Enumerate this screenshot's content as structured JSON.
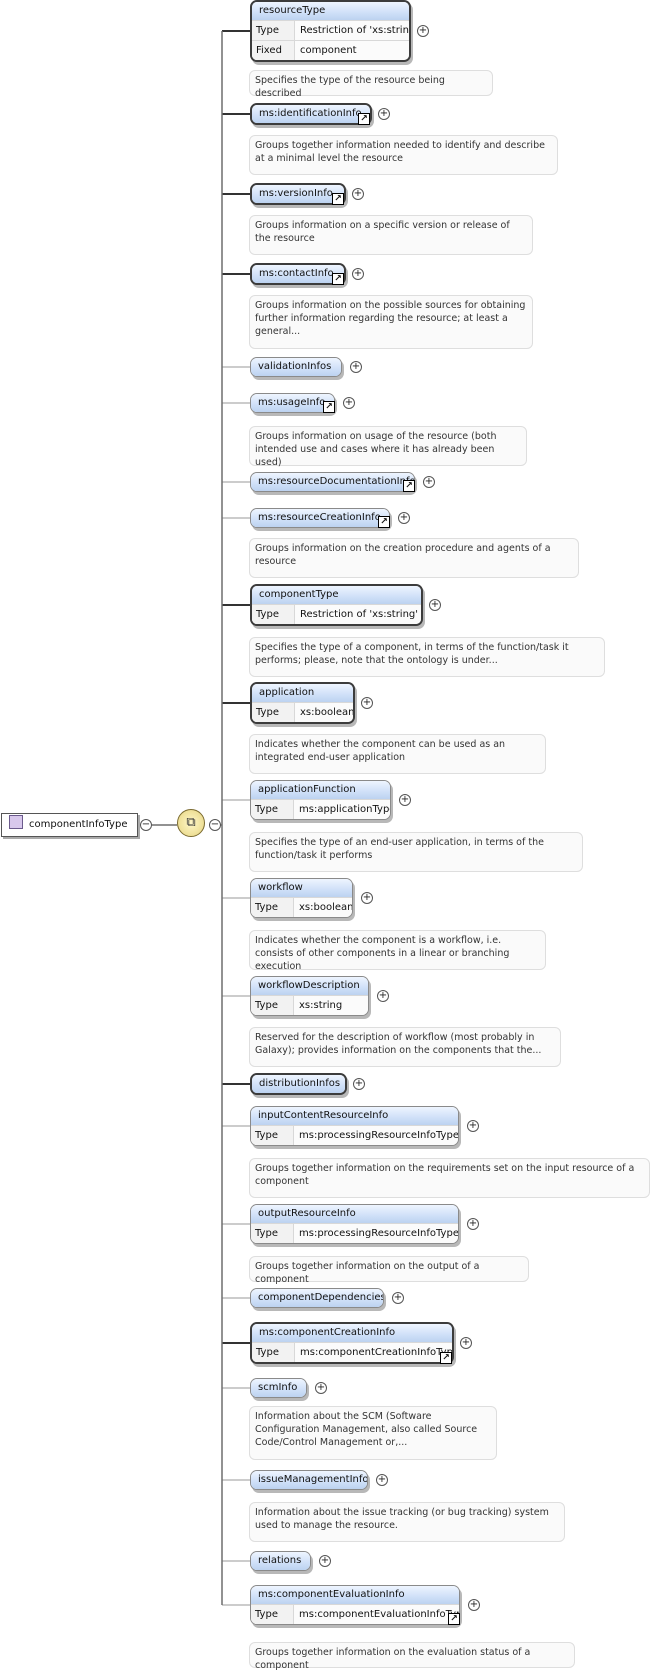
{
  "diagram": {
    "root": {
      "label": "componentInfoType"
    },
    "labels": {
      "type_key": "Type",
      "fixed_key": "Fixed"
    },
    "compositor": {
      "icon": "sequence-icon",
      "glyph": "⧉"
    },
    "colors": {
      "title_gradient_top": "#eef5ff",
      "title_gradient_bottom": "#bcd2f0",
      "line": "#6e6e6e",
      "root_icon": "#d8c8ec",
      "compositor": "#e6d480"
    },
    "children": [
      {
        "label": "resourceType",
        "mandatory": true,
        "ref": false,
        "type": "Restriction of 'xs:string'",
        "fixed": "component",
        "annotation": "Specifies the type of the resource being described"
      },
      {
        "label": "ms:identificationInfo",
        "mandatory": true,
        "ref": true,
        "annotation": "Groups together information needed to identify and describe at a minimal level the resource"
      },
      {
        "label": "ms:versionInfo",
        "mandatory": true,
        "ref": true,
        "annotation": "Groups information on a specific version or release of the resource"
      },
      {
        "label": "ms:contactInfo",
        "mandatory": true,
        "ref": true,
        "annotation": "Groups information on the possible sources for obtaining further information regarding the resource; at least a general..."
      },
      {
        "label": "validationInfos",
        "mandatory": false,
        "ref": false
      },
      {
        "label": "ms:usageInfo",
        "mandatory": false,
        "ref": true,
        "annotation": "Groups information on usage of the resource (both intended use and cases where it has already been used)"
      },
      {
        "label": "ms:resourceDocumentationInfo",
        "mandatory": false,
        "ref": true
      },
      {
        "label": "ms:resourceCreationInfo",
        "mandatory": false,
        "ref": true,
        "annotation": "Groups information on the creation procedure and agents of a resource"
      },
      {
        "label": "componentType",
        "mandatory": true,
        "ref": false,
        "type": "Restriction of 'xs:string'",
        "annotation": "Specifies the type of a component, in terms of the function/task it performs; please, note that the ontology is under..."
      },
      {
        "label": "application",
        "mandatory": true,
        "ref": false,
        "type": "xs:boolean",
        "annotation": "Indicates whether the component can be used as an integrated end-user application"
      },
      {
        "label": "applicationFunction",
        "mandatory": false,
        "ref": false,
        "type": "ms:applicationType",
        "annotation": "Specifies the type of an end-user application, in terms of the function/task it performs"
      },
      {
        "label": "workflow",
        "mandatory": false,
        "ref": false,
        "type": "xs:boolean",
        "annotation": "Indicates whether the component is a workflow, i.e. consists of other components in a linear or branching execution"
      },
      {
        "label": "workflowDescription",
        "mandatory": false,
        "ref": false,
        "type": "xs:string",
        "annotation": "Reserved for the description of workflow (most probably in Galaxy); provides information on the components that the..."
      },
      {
        "label": "distributionInfos",
        "mandatory": true,
        "ref": false
      },
      {
        "label": "inputContentResourceInfo",
        "mandatory": false,
        "ref": false,
        "type": "ms:processingResourceInfoType",
        "annotation": "Groups together information on the requirements set on the input resource of a component"
      },
      {
        "label": "outputResourceInfo",
        "mandatory": false,
        "ref": false,
        "type": "ms:processingResourceInfoType",
        "annotation": "Groups together information on the output of a component"
      },
      {
        "label": "componentDependencies",
        "mandatory": false,
        "ref": false
      },
      {
        "label": "ms:componentCreationInfo",
        "mandatory": true,
        "ref": true,
        "type": "ms:componentCreationInfoType"
      },
      {
        "label": "scmInfo",
        "mandatory": false,
        "ref": false,
        "annotation": "Information about the SCM (Software Configuration Management, also called Source Code/Control Management or,..."
      },
      {
        "label": "issueManagementInfo",
        "mandatory": false,
        "ref": false,
        "annotation": "Information about the issue tracking (or bug tracking) system used to manage the resource."
      },
      {
        "label": "relations",
        "mandatory": false,
        "ref": false
      },
      {
        "label": "ms:componentEvaluationInfo",
        "mandatory": false,
        "ref": true,
        "type": "ms:componentEvaluationInfoType",
        "annotation": "Groups together information on the evaluation status of a component"
      }
    ]
  }
}
